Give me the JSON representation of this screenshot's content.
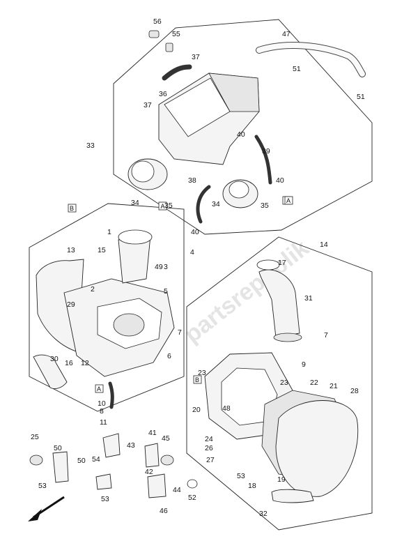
{
  "watermark": "partsrepublik",
  "callouts": [
    "56",
    "55",
    "47",
    "37",
    "51",
    "36",
    "37",
    "51",
    "33",
    "40",
    "39",
    "38",
    "40",
    "34",
    "35",
    "34",
    "40",
    "35",
    "A",
    "B",
    "1",
    "15",
    "13",
    "4",
    "49",
    "3",
    "2",
    "5",
    "14",
    "17",
    "31",
    "29",
    "7",
    "7",
    "30",
    "16",
    "12",
    "6",
    "A",
    "10",
    "8",
    "11",
    "9",
    "23",
    "B",
    "23",
    "22",
    "21",
    "28",
    "20",
    "24",
    "26",
    "27",
    "25",
    "50",
    "43",
    "41",
    "45",
    "50",
    "54",
    "53",
    "53",
    "42",
    "44",
    "52",
    "46",
    "53",
    "18",
    "19",
    "32",
    "48"
  ],
  "ref_marks": [
    "A",
    "B"
  ],
  "icons": [
    "direction-arrow-icon"
  ]
}
